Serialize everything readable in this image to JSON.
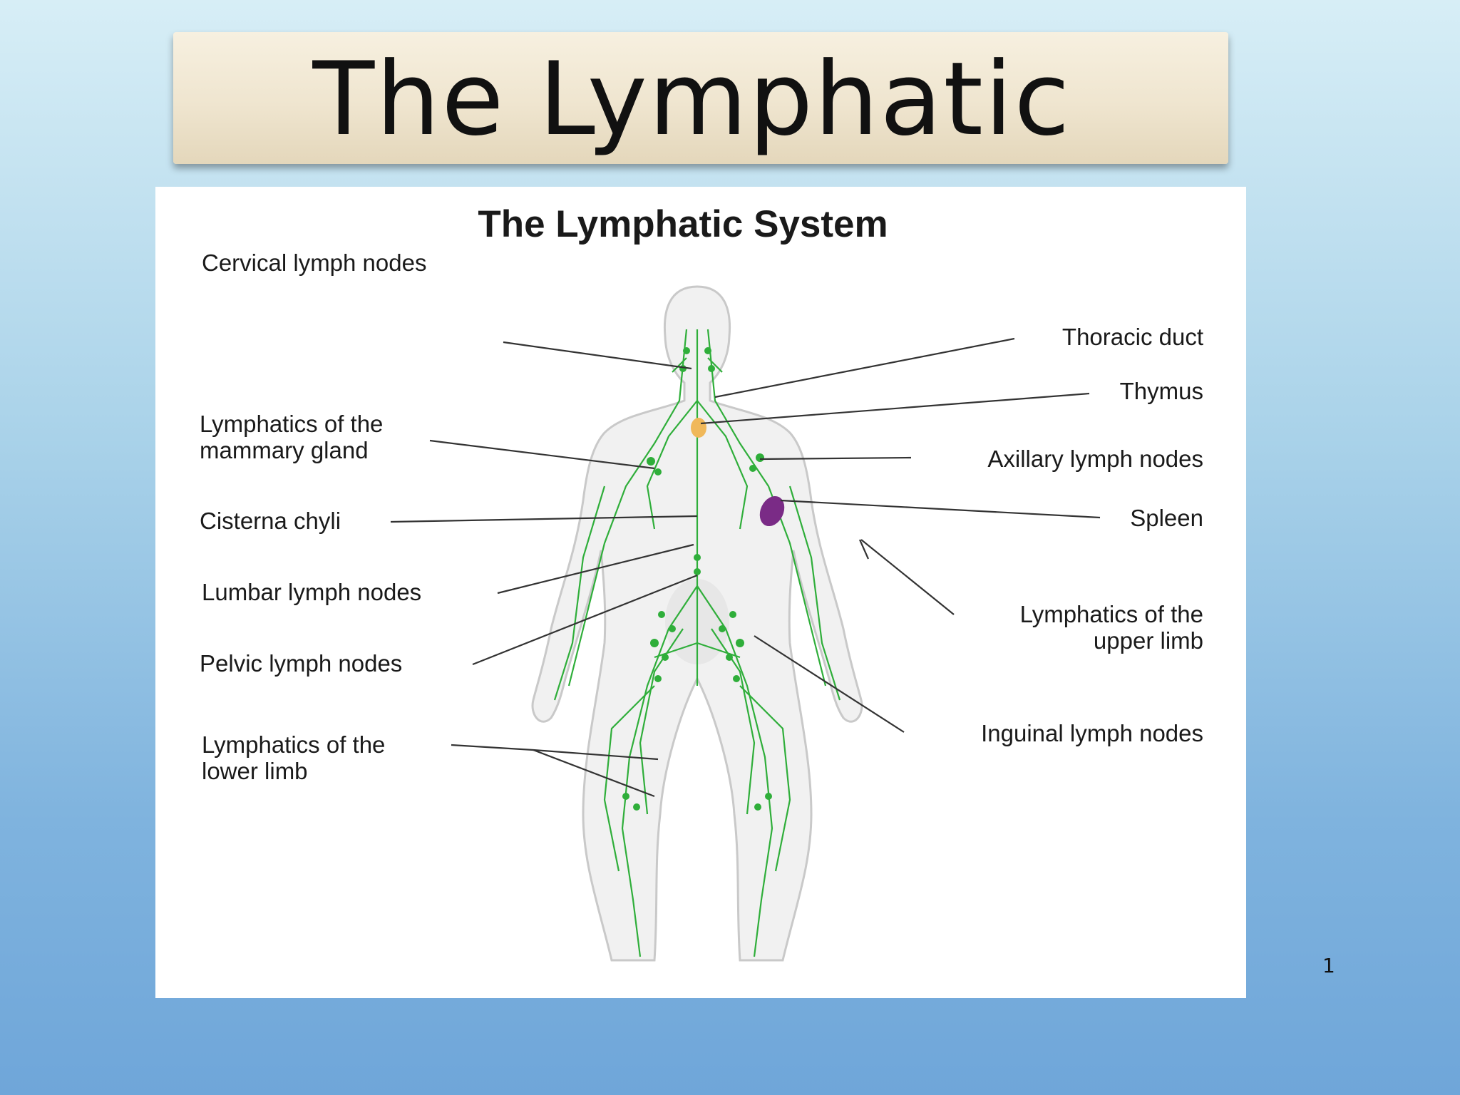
{
  "slide": {
    "title": "The Lymphatic System",
    "slide_number": "1"
  },
  "figure": {
    "title": "The Lymphatic System",
    "labels_left": {
      "cervical": "Cervical lymph nodes",
      "mammary": "Lymphatics of the\nmammary gland",
      "cisterna": "Cisterna chyli",
      "lumbar": "Lumbar lymph nodes",
      "pelvic": "Pelvic lymph nodes",
      "lower_limb": "Lymphatics of the\nlower limb"
    },
    "labels_right": {
      "thoracic": "Thoracic duct",
      "thymus": "Thymus",
      "axillary": "Axillary lymph nodes",
      "spleen": "Spleen",
      "upper_limb": "Lymphatics of the\nupper limb",
      "inguinal": "Inguinal lymph nodes"
    },
    "colors": {
      "lymph": "#2fae3a",
      "spleen": "#7a2b86",
      "thymus": "#f0b85a",
      "body_outline": "#c9c9c9",
      "leader_line": "#333333"
    }
  }
}
